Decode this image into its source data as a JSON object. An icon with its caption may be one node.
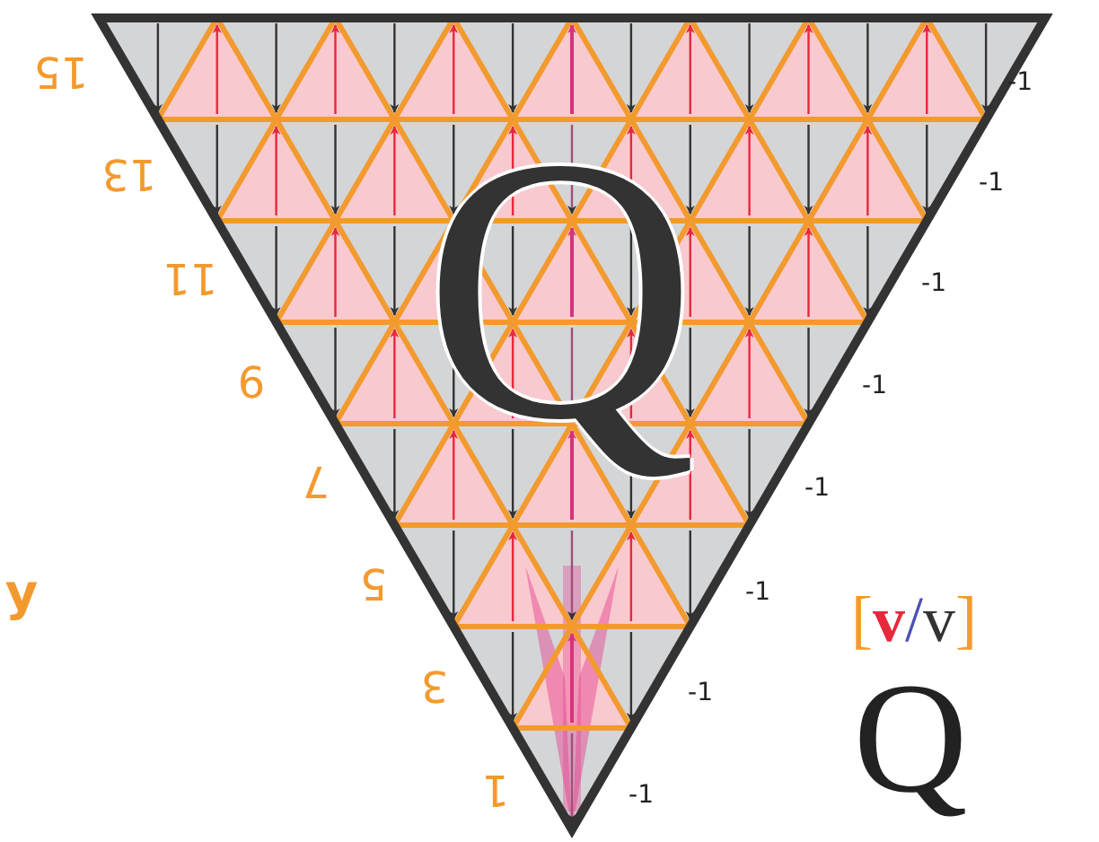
{
  "diagram": {
    "labels": [
      "15",
      "-1",
      "13",
      "-1",
      "Q",
      "11",
      "-1",
      "9",
      "-1",
      "7",
      "-1",
      "y",
      "5",
      "-1",
      "[v/v]",
      "3",
      "-1",
      "1",
      "-1",
      "Q"
    ]
  }
}
